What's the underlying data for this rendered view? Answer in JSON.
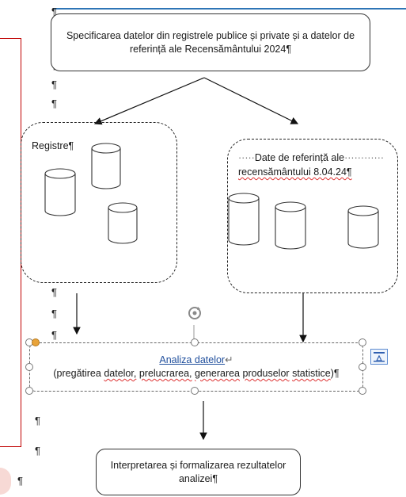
{
  "doc": {
    "paragraph_mark": "¶",
    "line_break_mark": "↵"
  },
  "top_box": {
    "line1": "Specificarea datelor din registrele publice și private și a datelor de",
    "line2": "referință ale Recensământului 2024¶"
  },
  "registre": {
    "label": "Registre¶"
  },
  "referinta": {
    "line1": "Date de referință ale",
    "line2": "recensământului 8.04.24¶",
    "leader": "·····",
    "leader_end": "············"
  },
  "analiza": {
    "title": "Analiza  datelor",
    "sub_prefix": "(pregătirea ",
    "sub_w1": "datelor,",
    "sub_w2": "prelucrarea,",
    "sub_w3": "generarea",
    "sub_w4": "produselor",
    "sub_w5": "statistice",
    "sub_suffix": ")¶"
  },
  "interpretare": {
    "line1": "Interpretarea și formalizarea rezultatelor",
    "line2": "analizei¶"
  },
  "icons": {
    "rotate": "rotate-handle-icon",
    "layout": "layout-options-icon"
  },
  "colors": {
    "accent_line": "#2e75b6",
    "margin_box": "#c00000",
    "spell_check": "#d33333",
    "link_underline": "#1f4e9c"
  }
}
